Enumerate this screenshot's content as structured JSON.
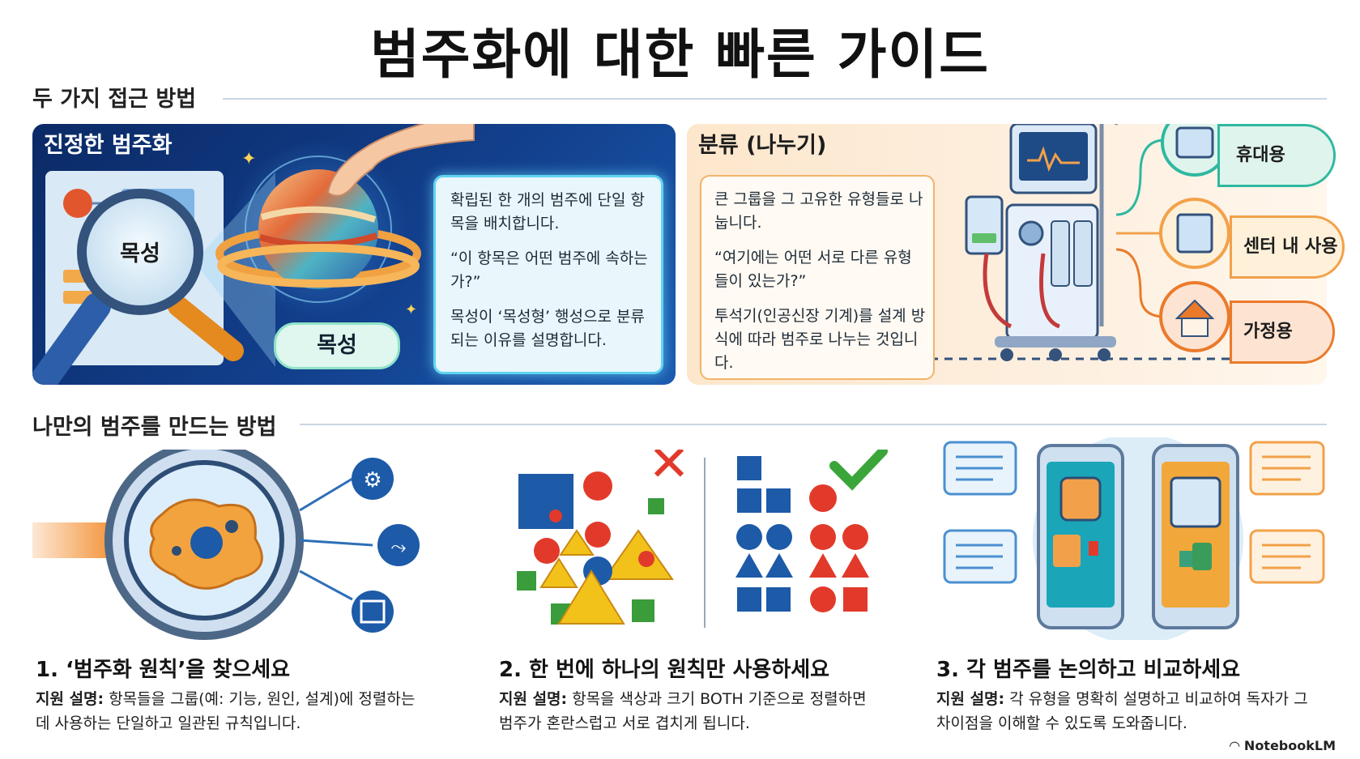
{
  "title": "범주화에 대한 빠른 가이드",
  "section1": {
    "heading": "두 가지 접근 방법"
  },
  "panel_true": {
    "title": "진정한 범주화",
    "lens_label": "목성",
    "pill_label": "목성",
    "card_p1": "확립된 한 개의 범주에 단일 항목을 배치합니다.",
    "card_p2": "“이 항목은 어떤 범주에 속하는가?”",
    "card_p3": "목성이 ‘목성형’ 행성으로 분류되는 이유를 설명합니다."
  },
  "panel_class": {
    "title": "분류 (나누기)",
    "card_p1": "큰 그룹을 그 고유한 유형들로 나눕니다.",
    "card_p2": "“여기에는 어떤 서로 다른 유형들이 있는가?”",
    "card_p3": "투석기(인공신장 기계)를 설계 방식에 따라 범주로 나누는 것입니다.",
    "bubbles": [
      "휴대용",
      "센터 내 사용",
      "가정용"
    ]
  },
  "section2": {
    "heading": "나만의 범주를 만드는 방법"
  },
  "steps": [
    {
      "title": "1. ‘범주화 원칙’을 찾으세요",
      "label": "지원 설명:",
      "desc": "항목들을 그룹(예: 기능, 원인, 설계)에 정렬하는 데 사용하는 단일하고 일관된 규칙입니다."
    },
    {
      "title": "2. 한 번에 하나의 원칙만 사용하세요",
      "label": "지원 설명:",
      "desc": "항목을 색상과 크기 BOTH 기준으로 정렬하면 범주가 혼란스럽고 서로 겹치게 됩니다."
    },
    {
      "title": "3. 각 범주를 논의하고 비교하세요",
      "label": "지원 설명:",
      "desc": "각 유형을 명확히 설명하고 비교하여 독자가 그 차이점을 이해할 수 있도록 도와줍니다."
    }
  ],
  "logo": "NotebookLM",
  "colors": {
    "navy": "#123f8c",
    "cyan": "#5fd4f0",
    "orange": "#f2a14a",
    "teal": "#2fb8a0"
  }
}
